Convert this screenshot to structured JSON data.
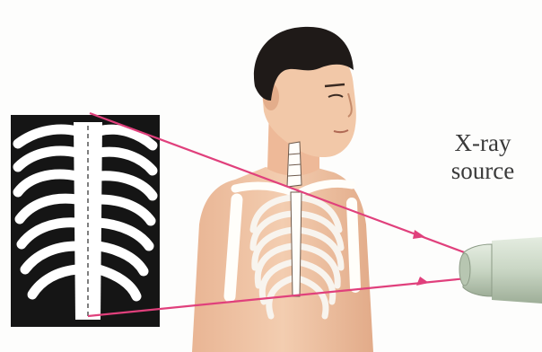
{
  "labels": {
    "xray_source_line1": "X-ray",
    "xray_source_line2": "source"
  },
  "colors": {
    "background": "#fdfdfc",
    "skin": "#f0c6a4",
    "skin_shadow": "#dfa27e",
    "hair": "#1f1a18",
    "bone": "#fffefa",
    "bone_outline": "#6e5a4c",
    "film": "#151515",
    "beam": "#e0407c",
    "machine": "#c9d6c4",
    "machine_shade": "#9eae98"
  },
  "icons": {
    "xray_machine": "xray-tube-icon",
    "film": "radiograph-film"
  }
}
